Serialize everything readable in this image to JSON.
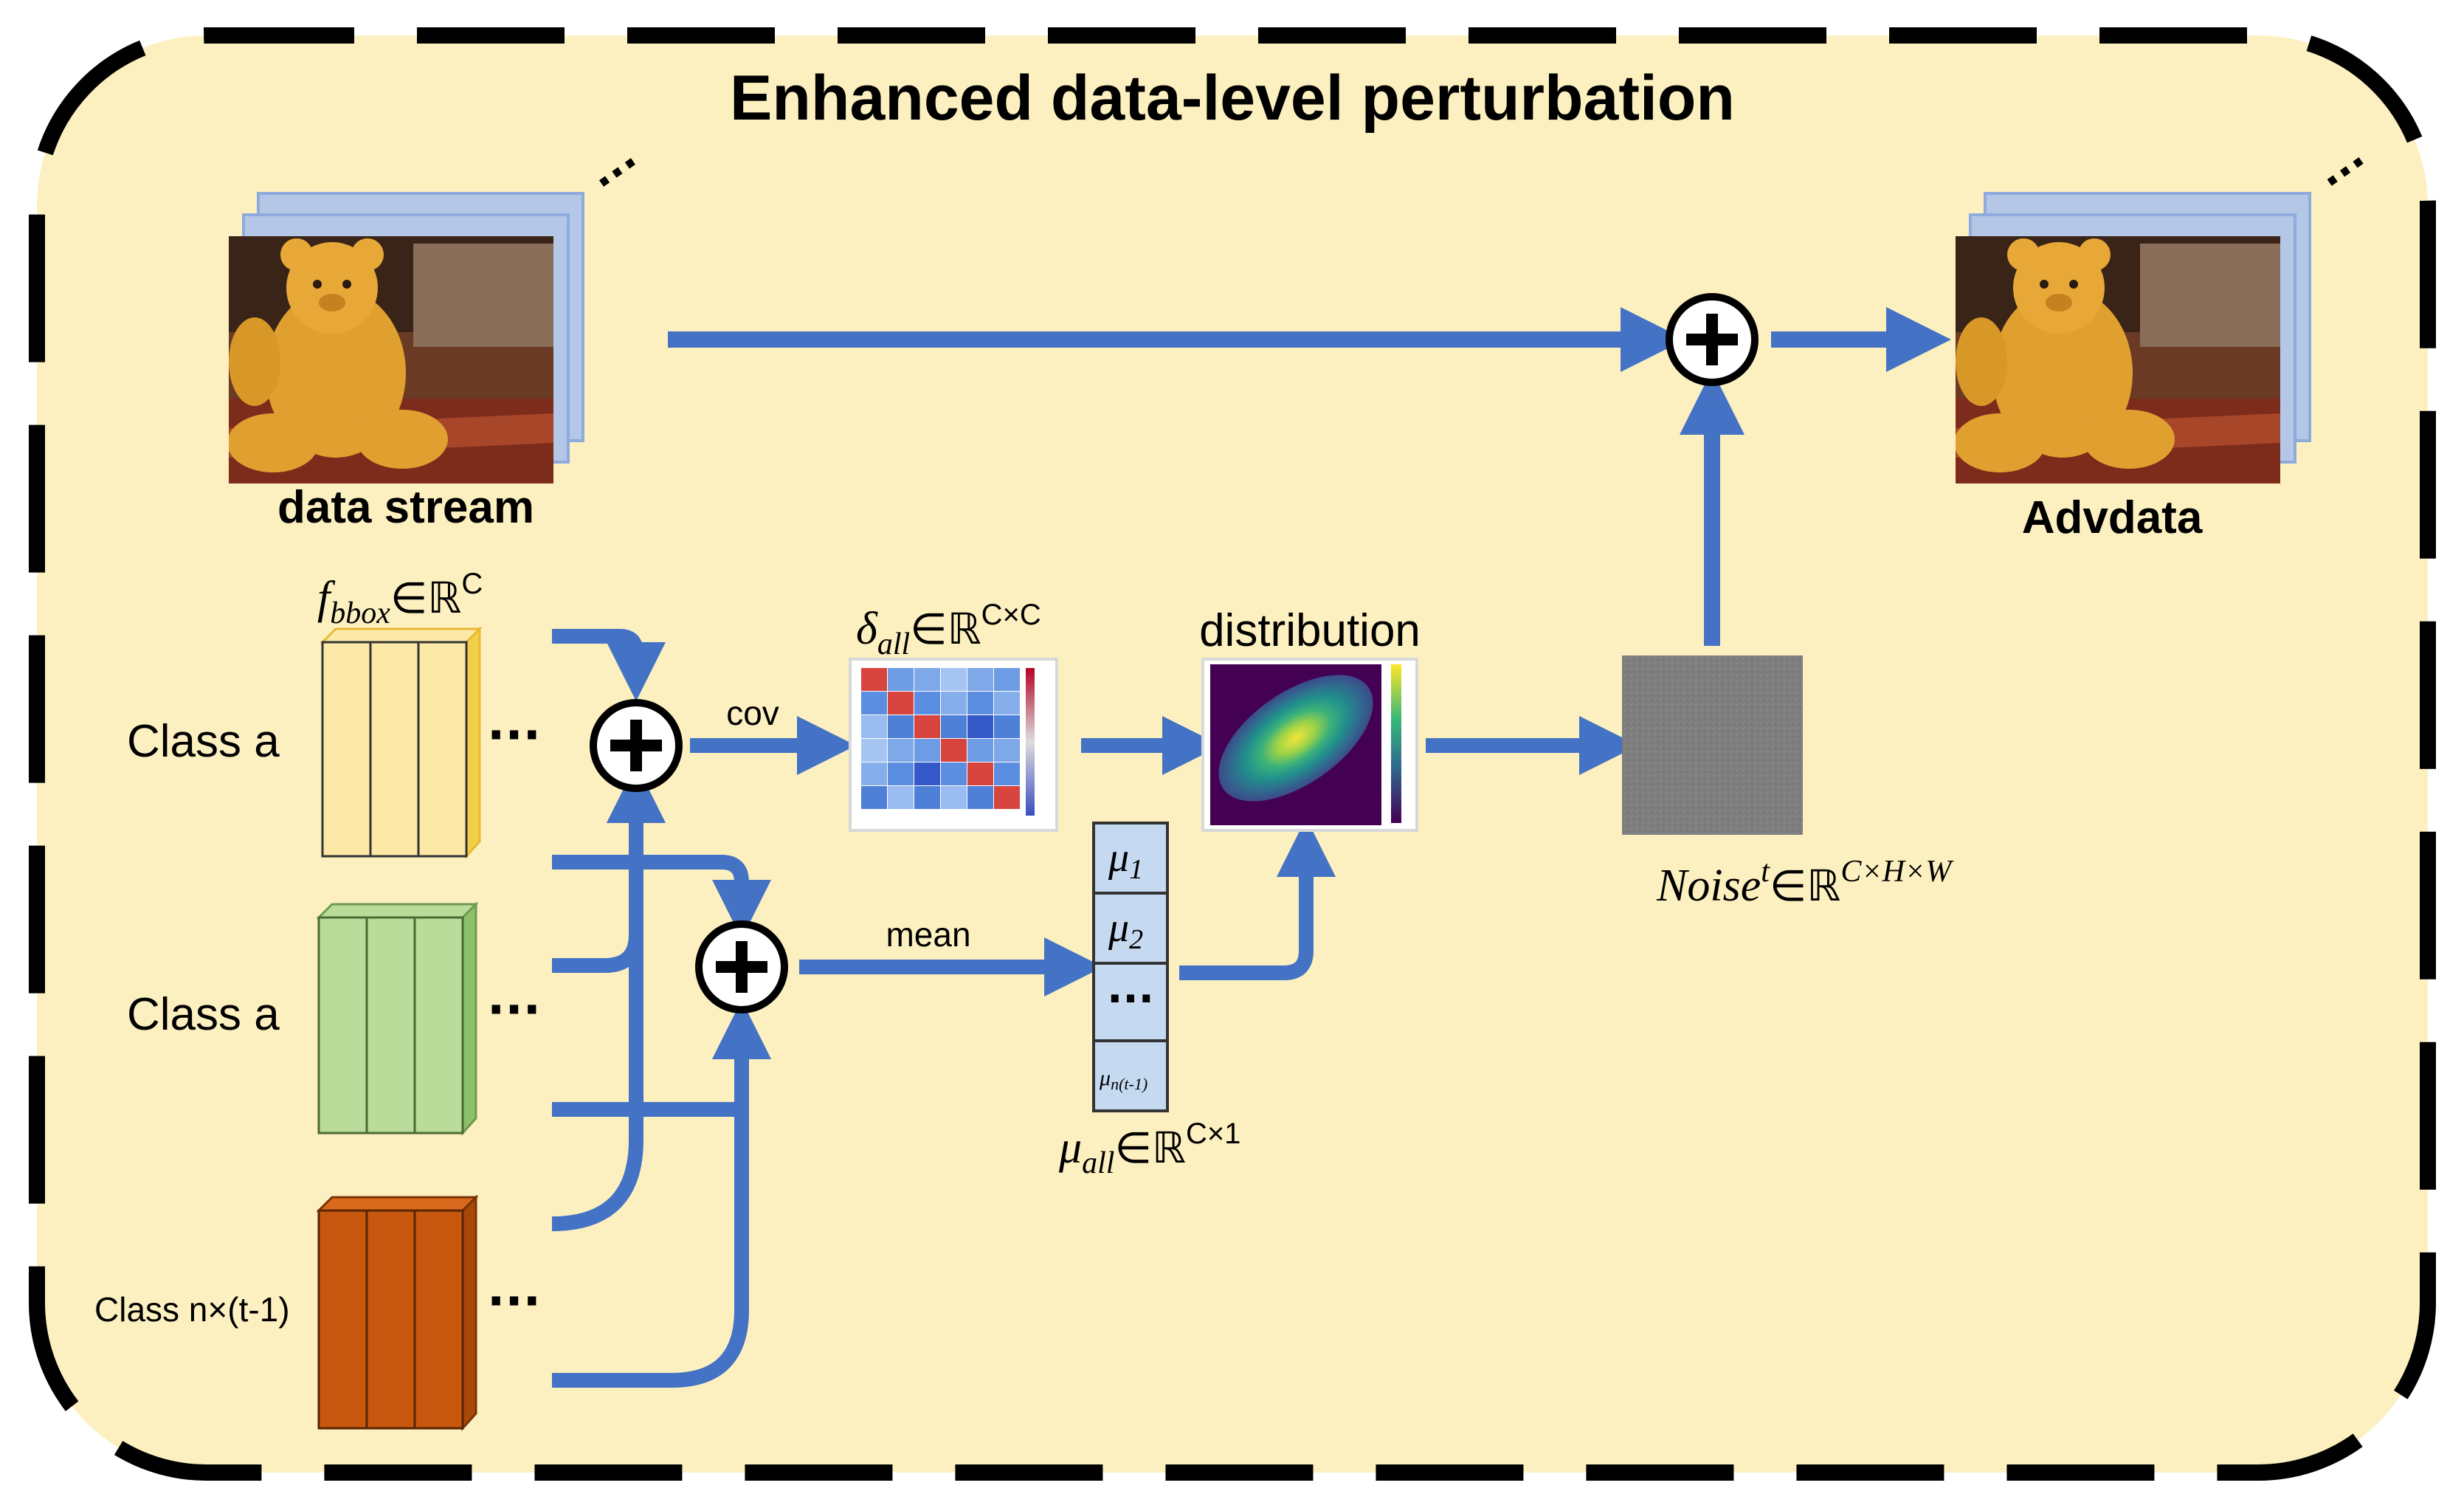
{
  "title": "Enhanced data-level perturbation",
  "input": {
    "label": "data stream",
    "more": "···"
  },
  "output": {
    "label": "Advdata",
    "more": "···"
  },
  "features": {
    "label_parts": {
      "sym": "f",
      "sub": "bbox",
      "set": "∈ℝ",
      "sup": "C"
    },
    "rows": [
      {
        "label": "Class a",
        "color": "#fce9a8",
        "edge": "#e8b830",
        "more": "···"
      },
      {
        "label": "Class a",
        "color": "#b9dc9a",
        "edge": "#6f9a50",
        "more": "···"
      },
      {
        "label": "Class n×(t-1)",
        "color": "#c8570f",
        "edge": "#7a3205",
        "more": "···"
      }
    ]
  },
  "operations": {
    "cov": "cov",
    "mean": "mean"
  },
  "covariance": {
    "sym": "δ",
    "sub": "all",
    "set": "∈ℝ",
    "sup": "C×C"
  },
  "distribution": {
    "label": "distribution"
  },
  "means": {
    "entries": [
      {
        "sym": "μ",
        "sub": "1"
      },
      {
        "sym": "μ",
        "sub": "2"
      },
      {
        "sym": "···",
        "sub": ""
      },
      {
        "sym": "μ",
        "sub": "n(t-1)"
      }
    ],
    "label": {
      "sym": "μ",
      "sub": "all",
      "set": "∈ℝ",
      "sup": "C×1"
    }
  },
  "noise": {
    "sym": "Noise",
    "sup_t": "t",
    "set": "∈ℝ",
    "sup": "C×H×W"
  },
  "colors": {
    "background": "#fdf0c0",
    "arrow": "#4472c4",
    "border": "#000000",
    "noise_fill": "#7e7e7e",
    "mean_cell": "#c5d9f1"
  }
}
